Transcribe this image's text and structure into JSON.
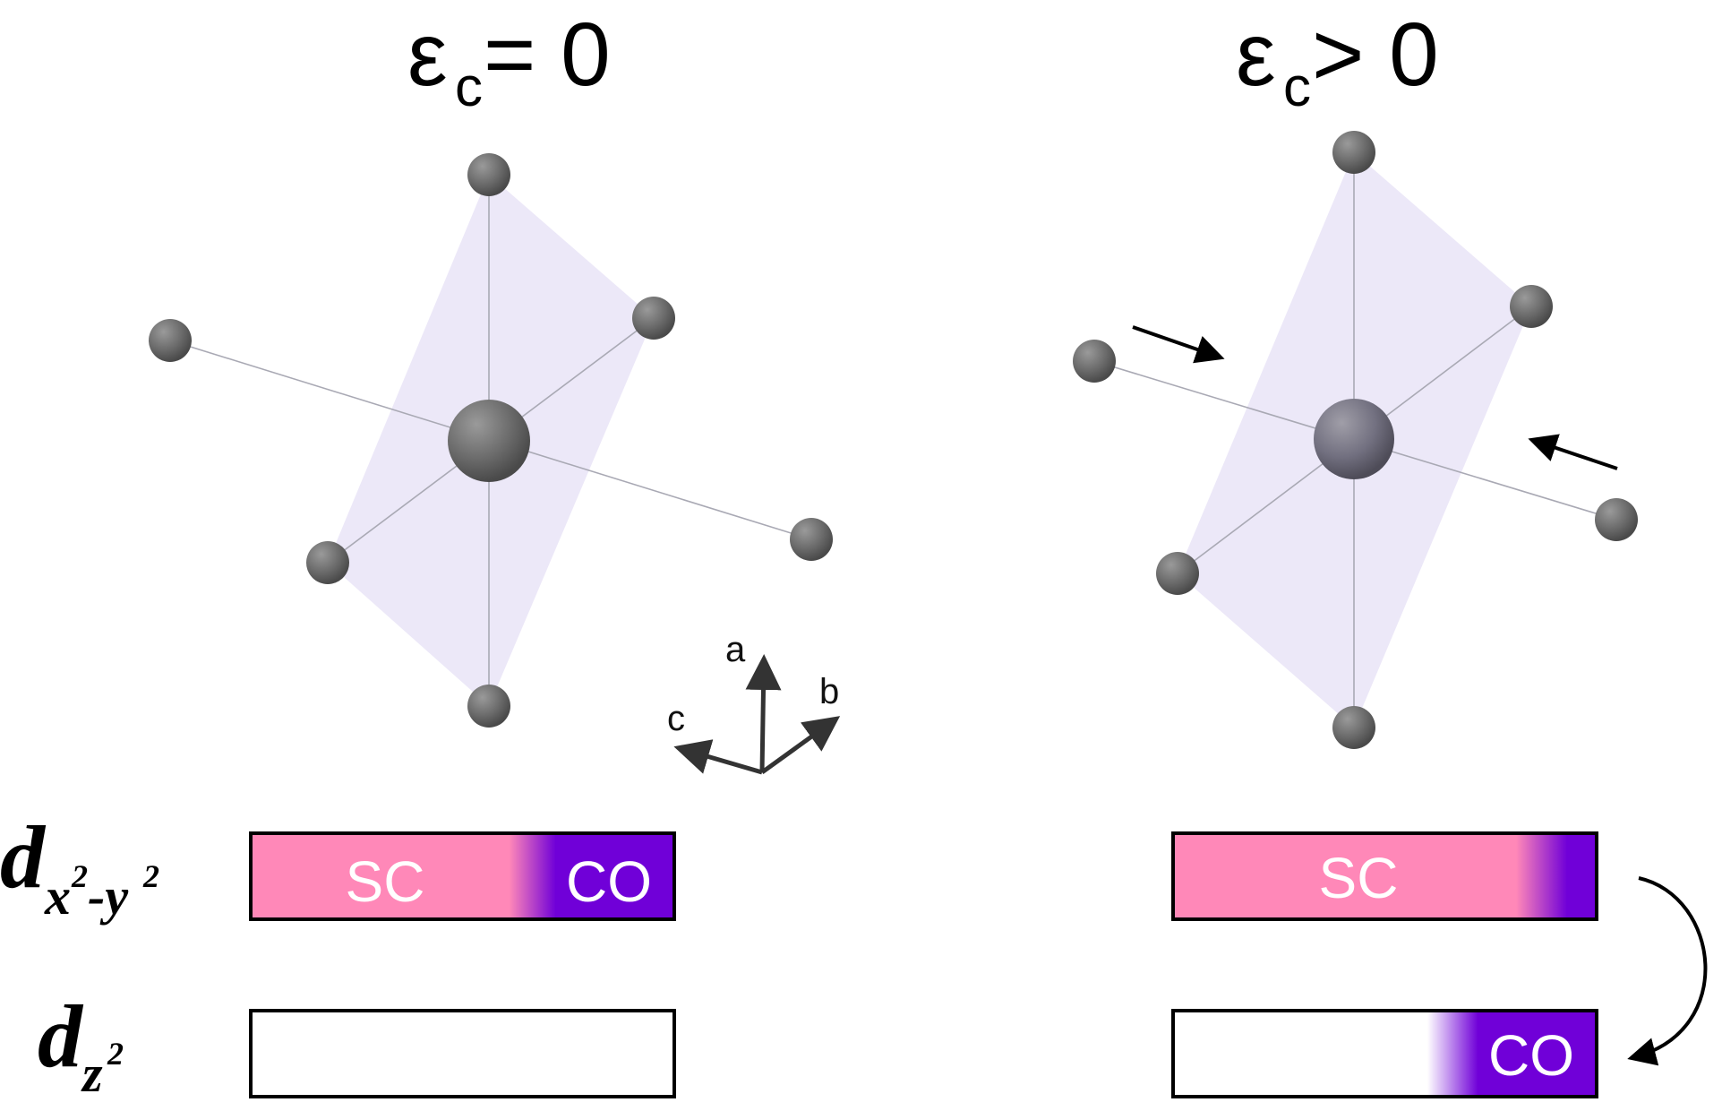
{
  "panels": {
    "left": {
      "title_main": "ε",
      "title_sub": "c",
      "title_rest": " = 0"
    },
    "right": {
      "title_main": "ε",
      "title_sub": "c",
      "title_rest": " > 0"
    }
  },
  "axes": {
    "a": "a",
    "b": "b",
    "c": "c"
  },
  "orbitals": {
    "dx2y2": {
      "d": "d",
      "x": "x",
      "two1": "2",
      "dash": "-y",
      "two2": "2"
    },
    "dz2": {
      "d": "d",
      "z": "z",
      "two": "2"
    }
  },
  "bars": {
    "left_top": {
      "sc": "SC",
      "co": "CO"
    },
    "right_top": {
      "sc": "SC"
    },
    "right_bottom": {
      "co": "CO"
    }
  },
  "colors": {
    "sc": "#ff88b8",
    "co": "#7000d8",
    "atom": "#6e6e6e",
    "face": "#dcd6f3"
  }
}
